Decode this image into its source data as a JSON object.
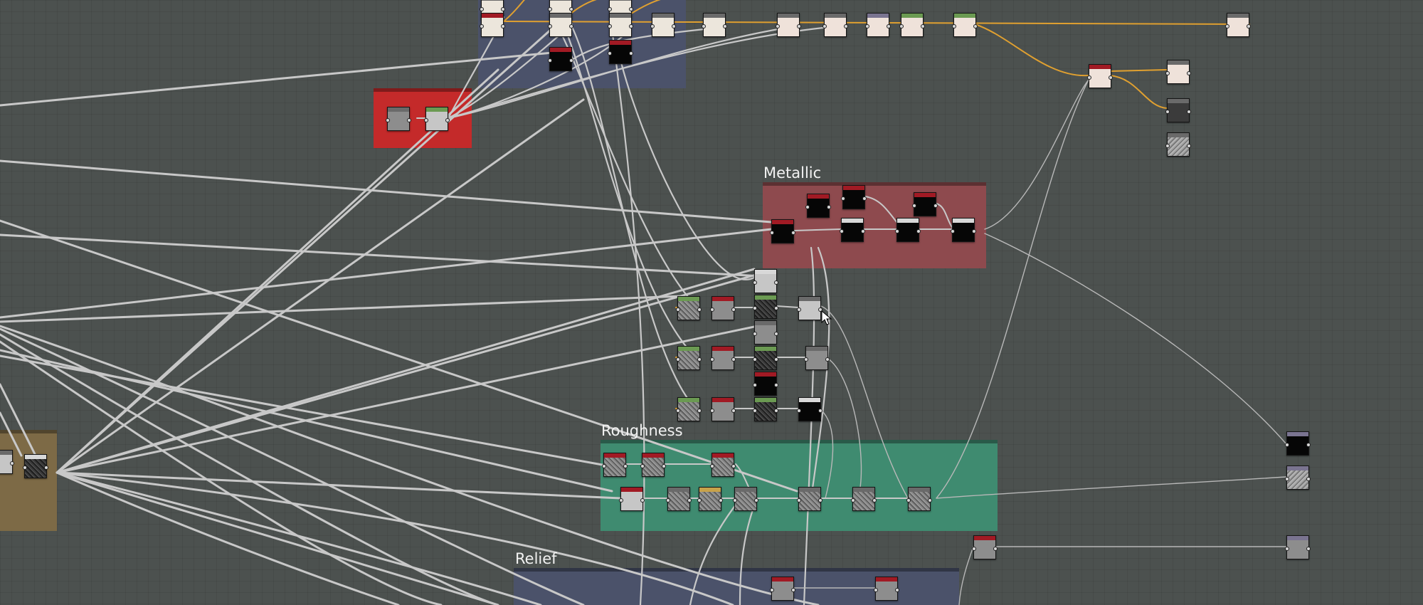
{
  "frames": {
    "metallic": {
      "title": "Metallic"
    },
    "roughness": {
      "title": "Roughness"
    },
    "relief": {
      "title": "Relief"
    }
  },
  "colors": {
    "background": "#4c514f",
    "wire": "#c8c8c8",
    "wire_orange": "#e0a030",
    "frame_red": "#c42a2a",
    "frame_metallic": "#8e4a4e",
    "frame_roughness": "#3f8b70",
    "frame_blue": "#4b526a",
    "frame_brown": "#7d6a46",
    "header_red": "#a11a24",
    "header_green": "#6b9a52",
    "header_gray": "#6a6a6a",
    "header_lavender": "#7a7490",
    "header_gold": "#c8a24a"
  },
  "icons": [
    "mouse-pointer-icon"
  ]
}
